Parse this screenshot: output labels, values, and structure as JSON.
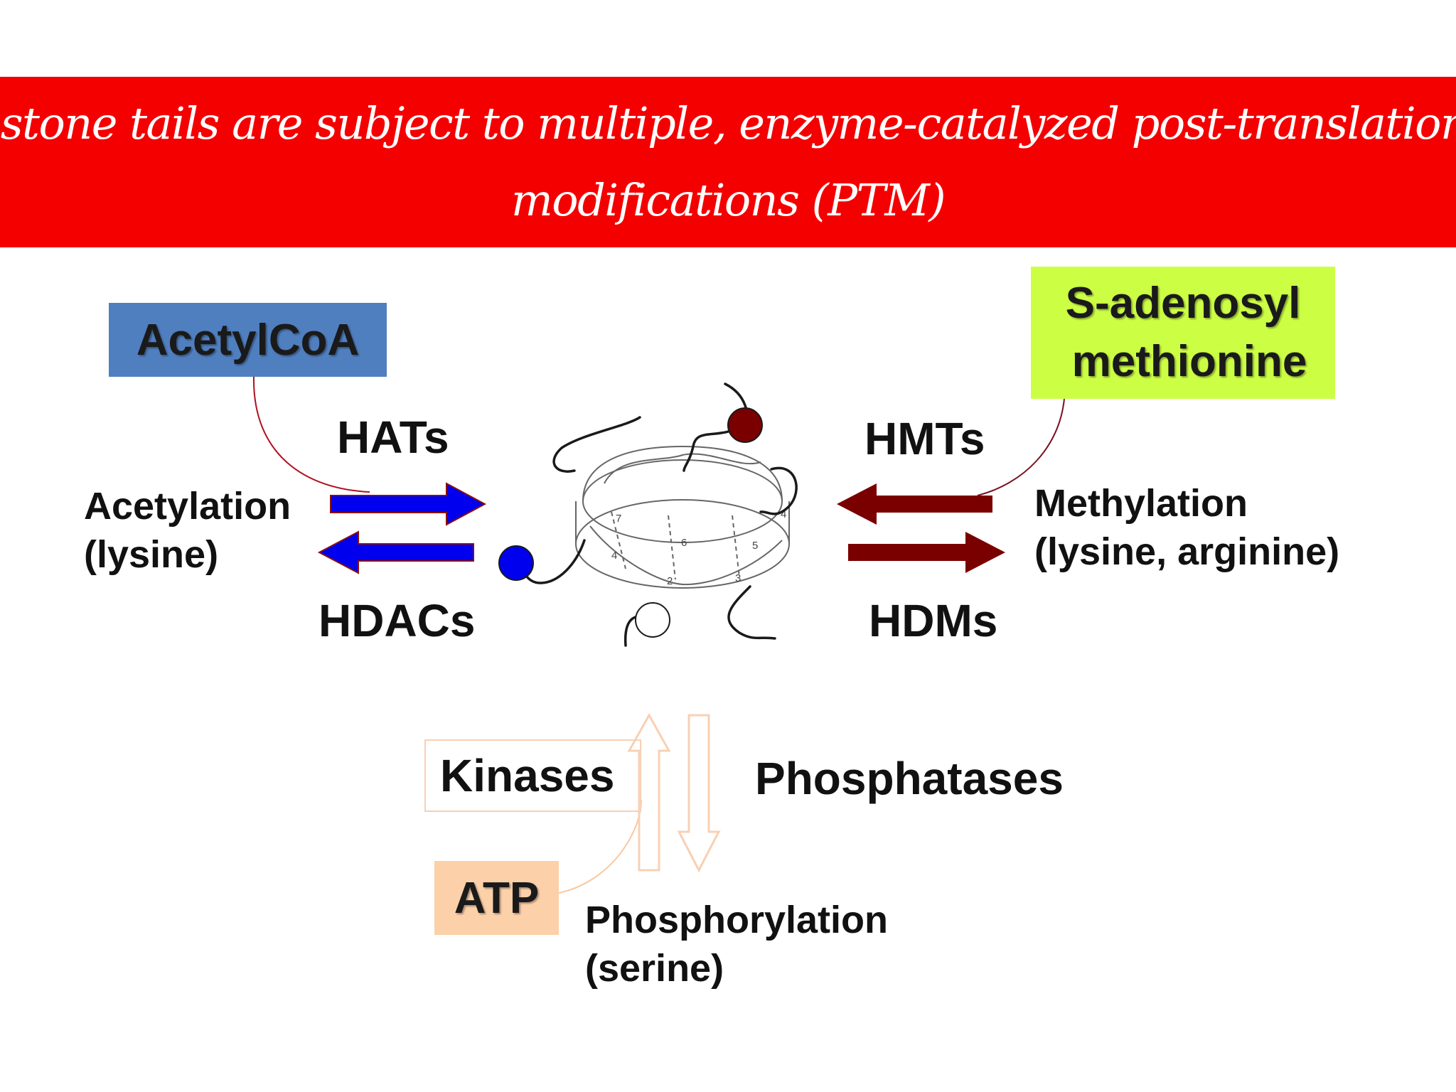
{
  "title": {
    "line1": "Histone tails are subject to multiple, enzyme-catalyzed post-translational",
    "line2": "modifications (PTM)"
  },
  "acetylation": {
    "cofactor": "AcetylCoA",
    "writer": "HATs",
    "eraser": "HDACs",
    "label_line1": "Acetylation",
    "label_line2": "(lysine)"
  },
  "methylation": {
    "cofactor_line1": "S-adenosyl",
    "cofactor_line2": "methionine",
    "writer": "HMTs",
    "eraser": "HDMs",
    "label_line1": "Methylation",
    "label_line2": "(lysine, arginine)"
  },
  "phosphorylation": {
    "cofactor": "ATP",
    "writer": "Kinases",
    "eraser": "Phosphatases",
    "label_line1": "Phosphorylation",
    "label_line2": "(serine)"
  },
  "nucleosome_numbers": [
    "4",
    "6",
    "5",
    "4",
    "2",
    "3",
    "7"
  ],
  "colors": {
    "banner": "#f40000",
    "acetylation_arrow": "#0000ee",
    "methylation_arrow": "#7a0000",
    "acetylcoa_box": "#507fc0",
    "sam_box": "#ccff44",
    "atp_box": "#fcd0a8",
    "phospho_outline": "#f8d0b4"
  }
}
